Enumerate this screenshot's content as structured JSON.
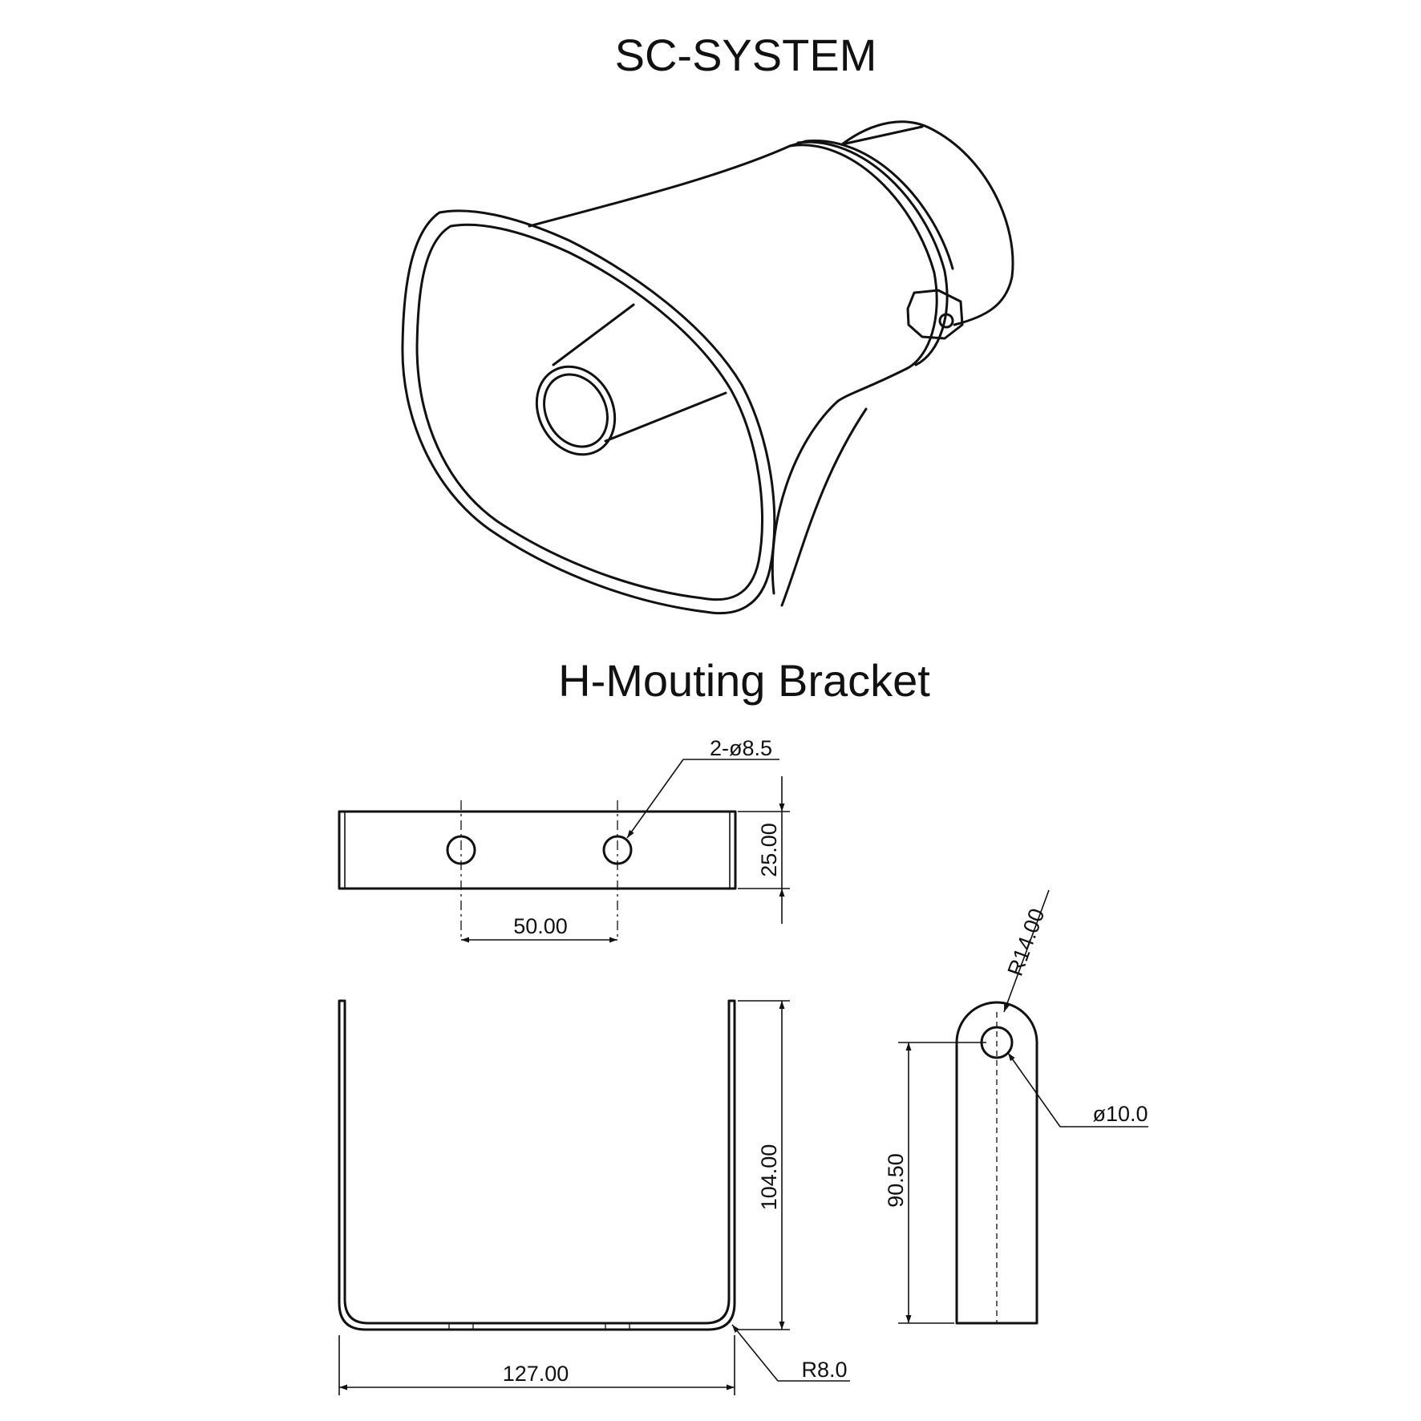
{
  "titles": {
    "product": "SC-SYSTEM",
    "bracket": "H-Mouting Bracket"
  },
  "dimensions": {
    "holes": "2-ø8.5",
    "height_top": "25.00",
    "hole_spacing": "50.00",
    "height_front": "104.00",
    "width_front": "127.00",
    "bend_radius": "R8.0",
    "side_radius": "R14.00",
    "side_hole": "ø10.0",
    "side_height": "90.50"
  },
  "colors": {
    "ink": "#111111",
    "paper": "#ffffff"
  }
}
